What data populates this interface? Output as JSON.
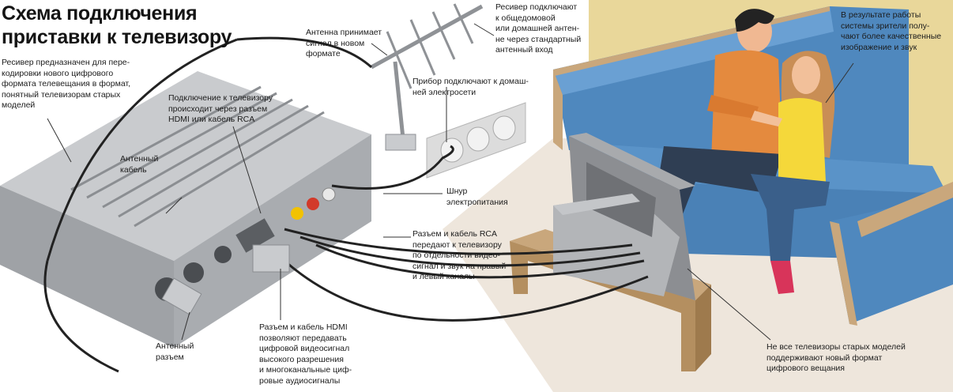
{
  "title": {
    "line1": "Схема подключения",
    "line2": "приставки к телевизору"
  },
  "captions": {
    "receiver_intro": "Ресивер предназначен для пере-\nкодировки нового цифрового\nформата телевещания в формат,\nпонятный телевизорам старых\nмоделей",
    "antenna_cable": "Антенный\nкабель",
    "tv_connection": "Подключение к телевизору\nпроисходит через разъем\nHDMI или кабель RCA",
    "antenna_signal": "Антенна принимает\nсигнал в новом\nформате",
    "receiver_antenna_input": "Ресивер подключают\nк общедомовой\nили домашней антен-\nне через стандартный\nантенный вход",
    "power_outlet": "Прибор подключают к домаш-\nней электросети",
    "power_cord": "Шнур\nэлектропитания",
    "rca_cable": "Разъем и кабель RCA\nпередают к телевизору\nпо отдельности видео-\nсигнал и звук на правый\nи левый каналы",
    "antenna_jack": "Антенный\nразъем",
    "hdmi_cable": "Разъем и кабель HDMI\nпозволяют передавать\nцифровой видеосигнал\nвысокого разрешения\nи многоканальные циф-\nровые аудиосигналы",
    "viewers_result": "В результате работы\nсистемы зрители полу-\nчают более качественные\nизображение и звук",
    "old_tv_note": "Не все телевизоры старых моделей\nподдерживают новый формат\nцифрового вещания"
  },
  "colors": {
    "room_floor": "#eee6dc",
    "wall_yellow": "#e9d79a",
    "sofa_blue": "#5a93c8",
    "sofa_frame": "#c9a77c",
    "receiver_gray": "#b7b9bc",
    "cable_black": "#222222",
    "rca_yellow": "#f2c200",
    "rca_red": "#d23a2a",
    "rca_white": "#e8e8e8"
  }
}
